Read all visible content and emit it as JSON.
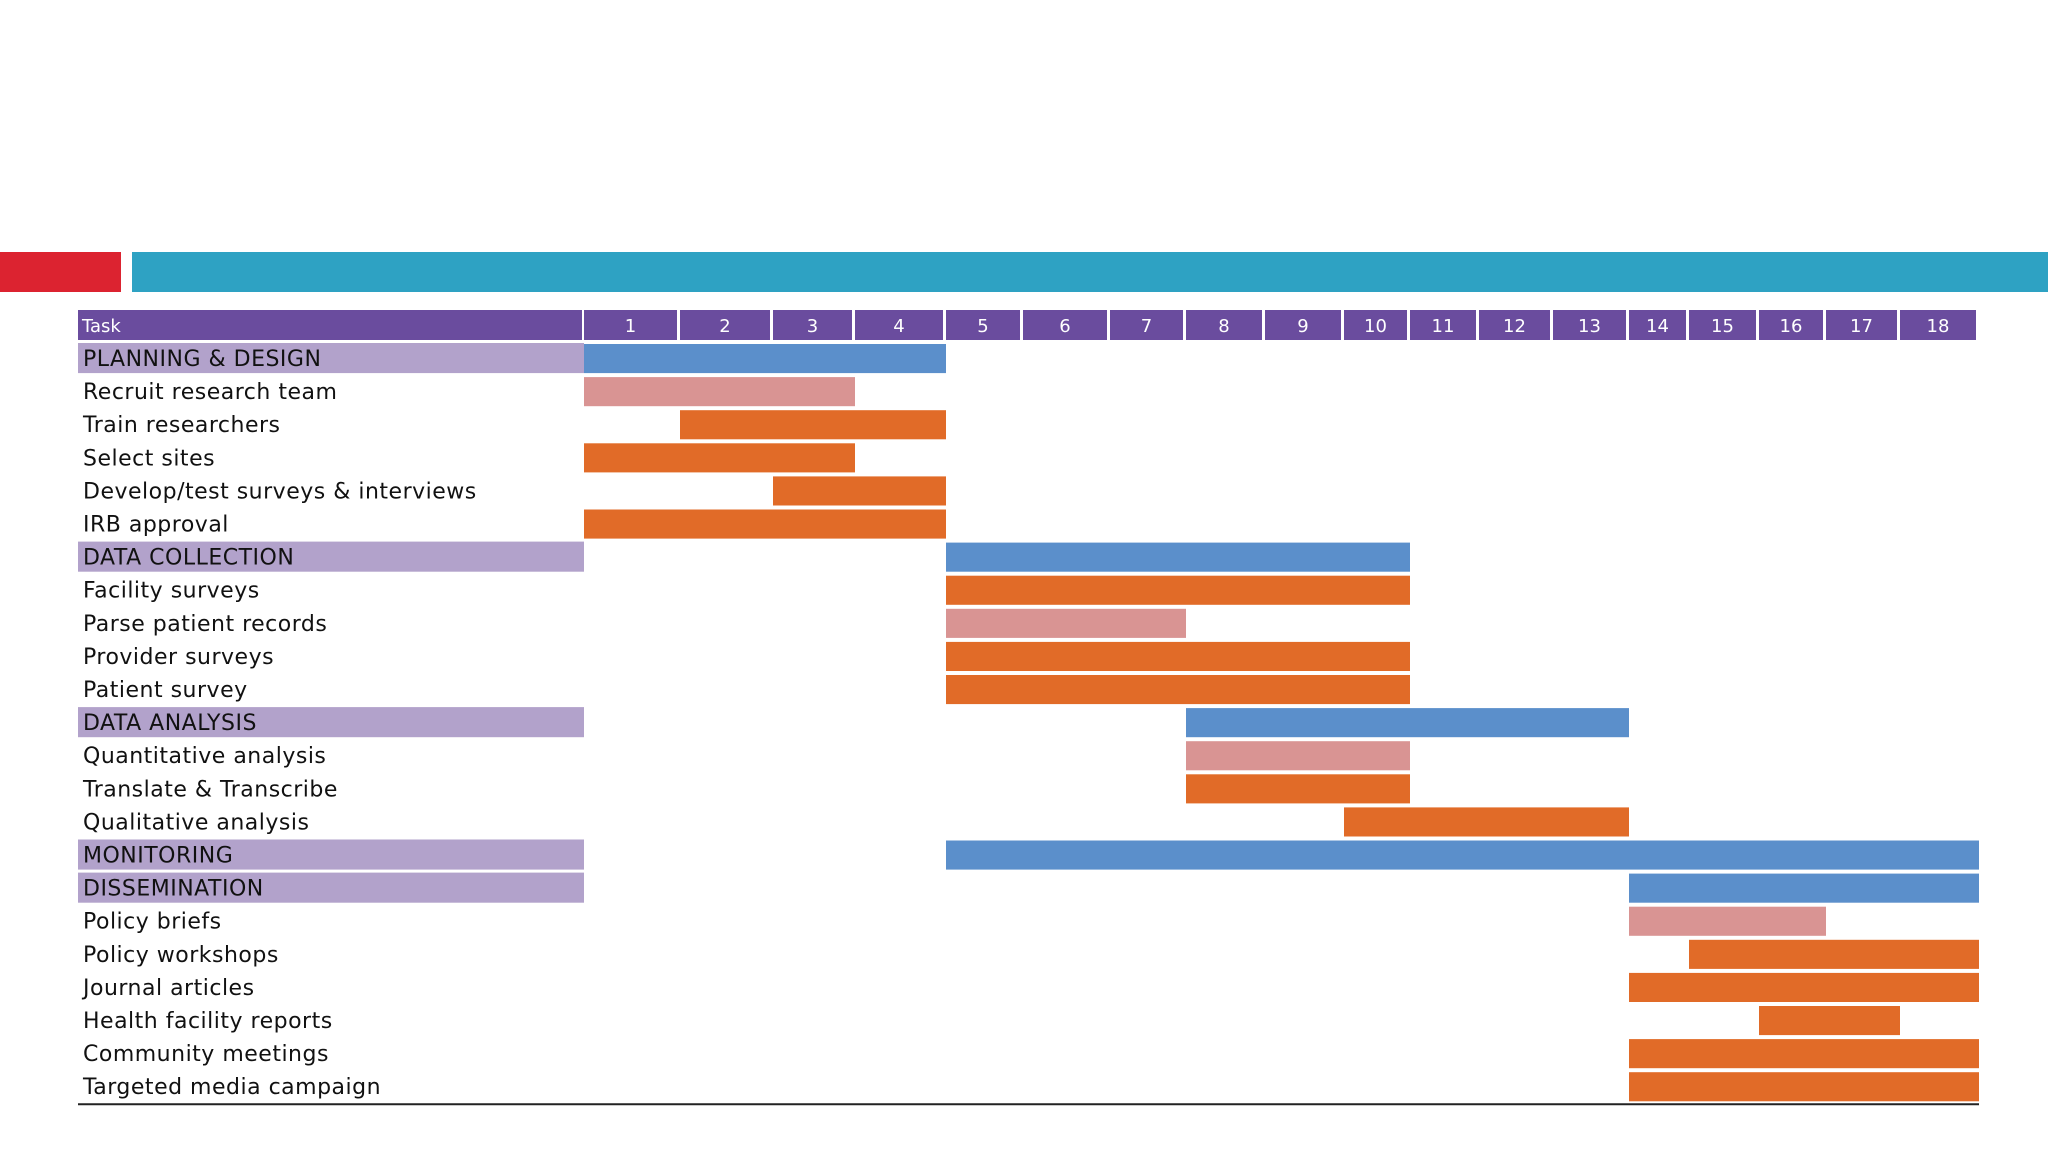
{
  "colors": {
    "red_band": "#dc2330",
    "teal_band": "#2ea2c3",
    "header_bg": "#6a4c9e",
    "header_text": "#ffffff",
    "phase_bg": "#b2a2cb",
    "phase_bar": "#5b8fcb",
    "pink_bar": "#d99493",
    "orange_bar": "#e16b28",
    "text": "#111111",
    "axis_line": "#222222"
  },
  "chart_data": {
    "type": "gantt",
    "title": "",
    "task_header": "Task",
    "periods": [
      "1",
      "2",
      "3",
      "4",
      "5",
      "6",
      "7",
      "8",
      "9",
      "10",
      "11",
      "12",
      "13",
      "14",
      "15",
      "16",
      "17",
      "18"
    ],
    "rows": [
      {
        "label": "PLANNING & DESIGN",
        "kind": "phase",
        "start": 1,
        "end": 4
      },
      {
        "label": "Recruit research team",
        "kind": "pink",
        "start": 1,
        "end": 3
      },
      {
        "label": "Train researchers",
        "kind": "orange",
        "start": 2,
        "end": 4
      },
      {
        "label": "Select sites",
        "kind": "orange",
        "start": 1,
        "end": 3
      },
      {
        "label": "Develop/test surveys & interviews",
        "kind": "orange",
        "start": 3,
        "end": 4
      },
      {
        "label": "IRB approval",
        "kind": "orange",
        "start": 1,
        "end": 4
      },
      {
        "label": "DATA COLLECTION",
        "kind": "phase",
        "start": 5,
        "end": 10
      },
      {
        "label": "Facility surveys",
        "kind": "orange",
        "start": 5,
        "end": 10
      },
      {
        "label": "Parse patient records",
        "kind": "pink",
        "start": 5,
        "end": 7
      },
      {
        "label": "Provider surveys",
        "kind": "orange",
        "start": 5,
        "end": 10
      },
      {
        "label": "Patient survey",
        "kind": "orange",
        "start": 5,
        "end": 10
      },
      {
        "label": "DATA ANALYSIS",
        "kind": "phase",
        "start": 8,
        "end": 13
      },
      {
        "label": "Quantitative analysis",
        "kind": "pink",
        "start": 8,
        "end": 10
      },
      {
        "label": "Translate & Transcribe",
        "kind": "orange",
        "start": 8,
        "end": 10
      },
      {
        "label": "Qualitative analysis",
        "kind": "orange",
        "start": 10,
        "end": 13
      },
      {
        "label": "MONITORING",
        "kind": "phase",
        "start": 5,
        "end": 18
      },
      {
        "label": "DISSEMINATION",
        "kind": "phase",
        "start": 14,
        "end": 18
      },
      {
        "label": "Policy briefs",
        "kind": "pink",
        "start": 14,
        "end": 16
      },
      {
        "label": "Policy workshops",
        "kind": "orange",
        "start": 15,
        "end": 18
      },
      {
        "label": "Journal articles",
        "kind": "orange",
        "start": 14,
        "end": 18
      },
      {
        "label": "Health facility reports",
        "kind": "orange",
        "start": 16,
        "end": 17
      },
      {
        "label": "Community meetings",
        "kind": "orange",
        "start": 14,
        "end": 18
      },
      {
        "label": "Targeted media campaign",
        "kind": "orange",
        "start": 14,
        "end": 18
      }
    ],
    "grid": false,
    "legend": "none"
  }
}
